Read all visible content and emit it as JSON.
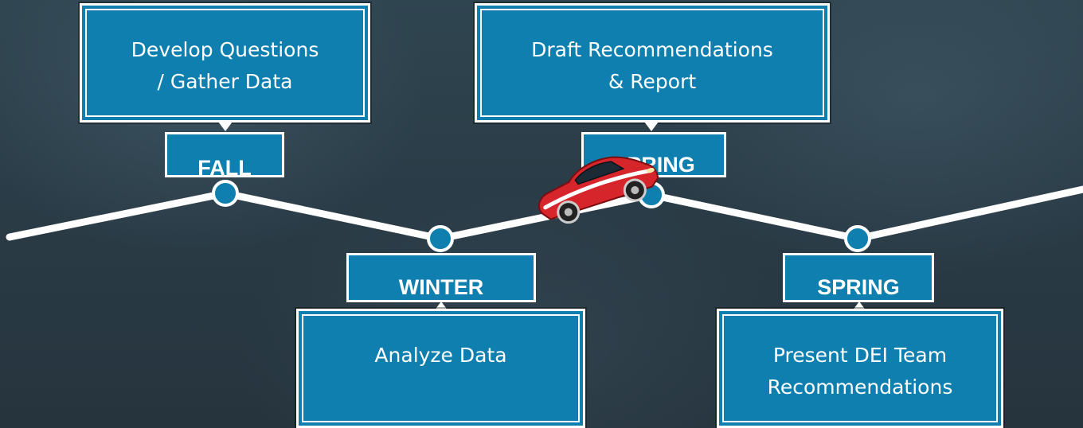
{
  "milestones": [
    {
      "season": "FALL",
      "task_lines": [
        "Develop Questions",
        "/ Gather Data"
      ]
    },
    {
      "season": "WINTER",
      "task_lines": [
        "Analyze Data"
      ]
    },
    {
      "season": "SPRING",
      "task_lines": [
        "Draft Recommendations",
        "& Report"
      ]
    },
    {
      "season": "SPRING",
      "task_lines": [
        "Present DEI Team",
        "Recommendations"
      ]
    }
  ],
  "colors": {
    "box": "#0e7fae",
    "line": "#ffffff",
    "node": "#0e7fae",
    "car": "#d7262b"
  },
  "icons": {
    "vehicle": "car-icon"
  }
}
